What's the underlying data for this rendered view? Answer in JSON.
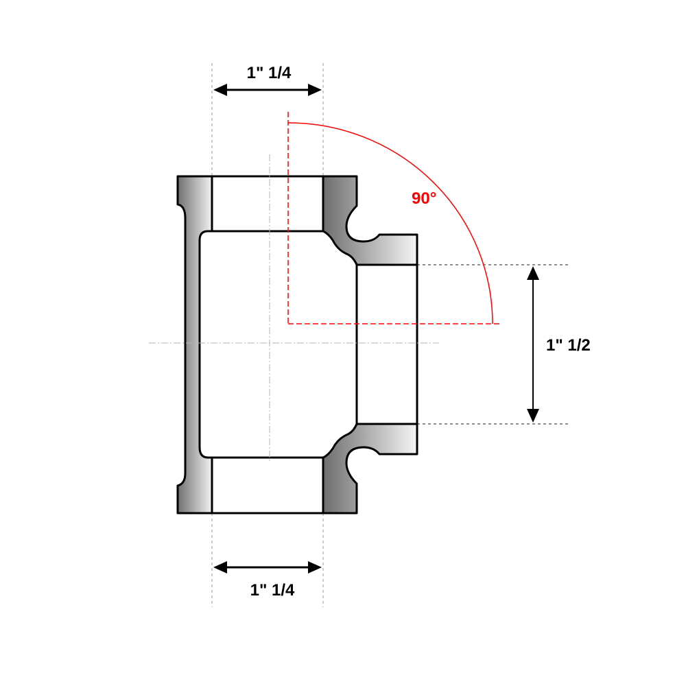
{
  "diagram": {
    "subject": "Pipe tee fitting cross-section",
    "colors": {
      "outline": "#000000",
      "angle": "#ff0000",
      "centerline": "#b0b0b0",
      "extension_line": "#888888",
      "shade_dark": "#777777",
      "shade_light": "#f4f4f4"
    },
    "dimensions": {
      "top_width": {
        "label": "1\" 1/4"
      },
      "bottom_width": {
        "label": "1\" 1/4"
      },
      "side_height": {
        "label": "1\" 1/2"
      }
    },
    "angle": {
      "label": "90°"
    }
  }
}
